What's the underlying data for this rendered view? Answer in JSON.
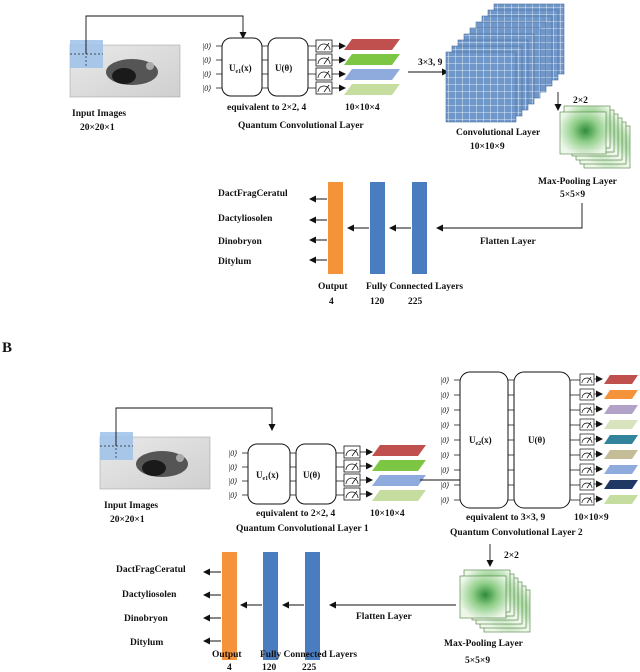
{
  "panelB": {
    "letter": "B"
  },
  "common": {
    "ket": "|0⟩",
    "gate_enc": "U",
    "gate_enc_arg": "(x)",
    "gate_var": "U(θ)",
    "classes": [
      "DactFragCeratul",
      "Dactyliosolen",
      "Dinobryon",
      "Ditylum"
    ],
    "input_label": "Input Images",
    "input_dims": "20×20×1",
    "output_label": "Output",
    "output_n": "4",
    "fc_label": "Fully Connected Layers",
    "fc1_n": "120",
    "fc2_n": "225",
    "flatten_label": "Flatten Layer",
    "pool_label": "Max-Pooling Layer",
    "pool_dims": "5×5×9",
    "pool_kernel": "2×2"
  },
  "panelA": {
    "enc_sub": "e1",
    "equiv": "equivalent to 2×2, 4",
    "qconv_dims": "10×10×4",
    "qconv_label": "Quantum Convolutional Layer",
    "conv_arrow": "3×3, 9",
    "conv_label": "Convolutional Layer",
    "conv_dims": "10×10×9"
  },
  "panelB_layers": {
    "enc1_sub": "e1",
    "enc2_sub": "e2",
    "equiv1": "equivalent to 2×2, 4",
    "qconv1_dims": "10×10×4",
    "qconv1_label": "Quantum Convolutional Layer 1",
    "equiv2": "equivalent to 3×3, 9",
    "qconv2_dims": "10×10×9",
    "qconv2_label": "Quantum Convolutional Layer 2"
  },
  "colors": {
    "orange": "#f5933a",
    "blue": "#4a7dbf",
    "fm_red": "#c0504d",
    "fm_green": "#7cc644",
    "fm_blue": "#8faadc",
    "fm_lime": "#c5dea0",
    "fm_purple": "#b3a2c7",
    "fm_teal": "#31849b",
    "fm_olive": "#c4bd97",
    "fm_navy": "#1f3864",
    "fm_palegreen": "#d7e4bd"
  }
}
